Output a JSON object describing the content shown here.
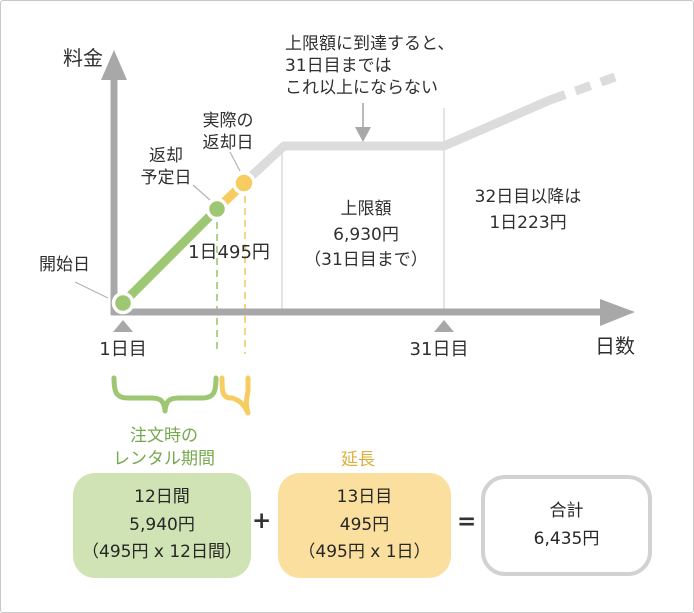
{
  "colors": {
    "green": "#9dc772",
    "green_box": "#cfe3b4",
    "green_text": "#76a94e",
    "yellow": "#f7cd62",
    "yellow_box": "#fbdf9e",
    "yellow_text": "#dfae3c",
    "axis_gray": "#a8a8a8",
    "price_line_gray": "#dcdcdc",
    "text": "#2f2f2f"
  },
  "chart": {
    "y_axis_label": "料金",
    "x_axis_label": "日数",
    "labels": {
      "start": "開始日",
      "scheduled_return": [
        "返却",
        "予定日"
      ],
      "actual_return": [
        "実際の",
        "返却日"
      ],
      "daily_rate": "1日495円",
      "cap_note": [
        "上限額に到達すると、",
        "31日目までは",
        "これ以上にならない"
      ],
      "cap_region": [
        "上限額",
        "6,930円",
        "（31日目まで）"
      ],
      "after_day32": [
        "32日目以降は",
        "1日223円"
      ],
      "day1": "1日目",
      "day31": "31日目"
    }
  },
  "summary": {
    "rental_period_label": [
      "注文時の",
      "レンタル期間"
    ],
    "extension_label": "延長",
    "green_box": [
      "12日間",
      "5,940円",
      "（495円 x 12日間）"
    ],
    "plus": "+",
    "yellow_box": [
      "13日目",
      "495円",
      "（495円 x 1日）"
    ],
    "equals": "=",
    "total_box": [
      "合計",
      "6,435円"
    ]
  },
  "chart_data": {
    "type": "line",
    "xlabel": "日数",
    "ylabel": "料金",
    "daily_rate_yen": 495,
    "cap_yen": 6930,
    "cap_until_day": 31,
    "rate_after_day32_yen_per_day": 223,
    "points": [
      {
        "label": "開始日",
        "day": 1,
        "cumulative_yen": 0
      },
      {
        "label": "返却予定日",
        "day": 12,
        "cumulative_yen": 5940
      },
      {
        "label": "実際の返却日",
        "day": 13,
        "cumulative_yen": 6435
      },
      {
        "label": "上限額到達",
        "day": 31,
        "cumulative_yen": 6930
      }
    ]
  }
}
